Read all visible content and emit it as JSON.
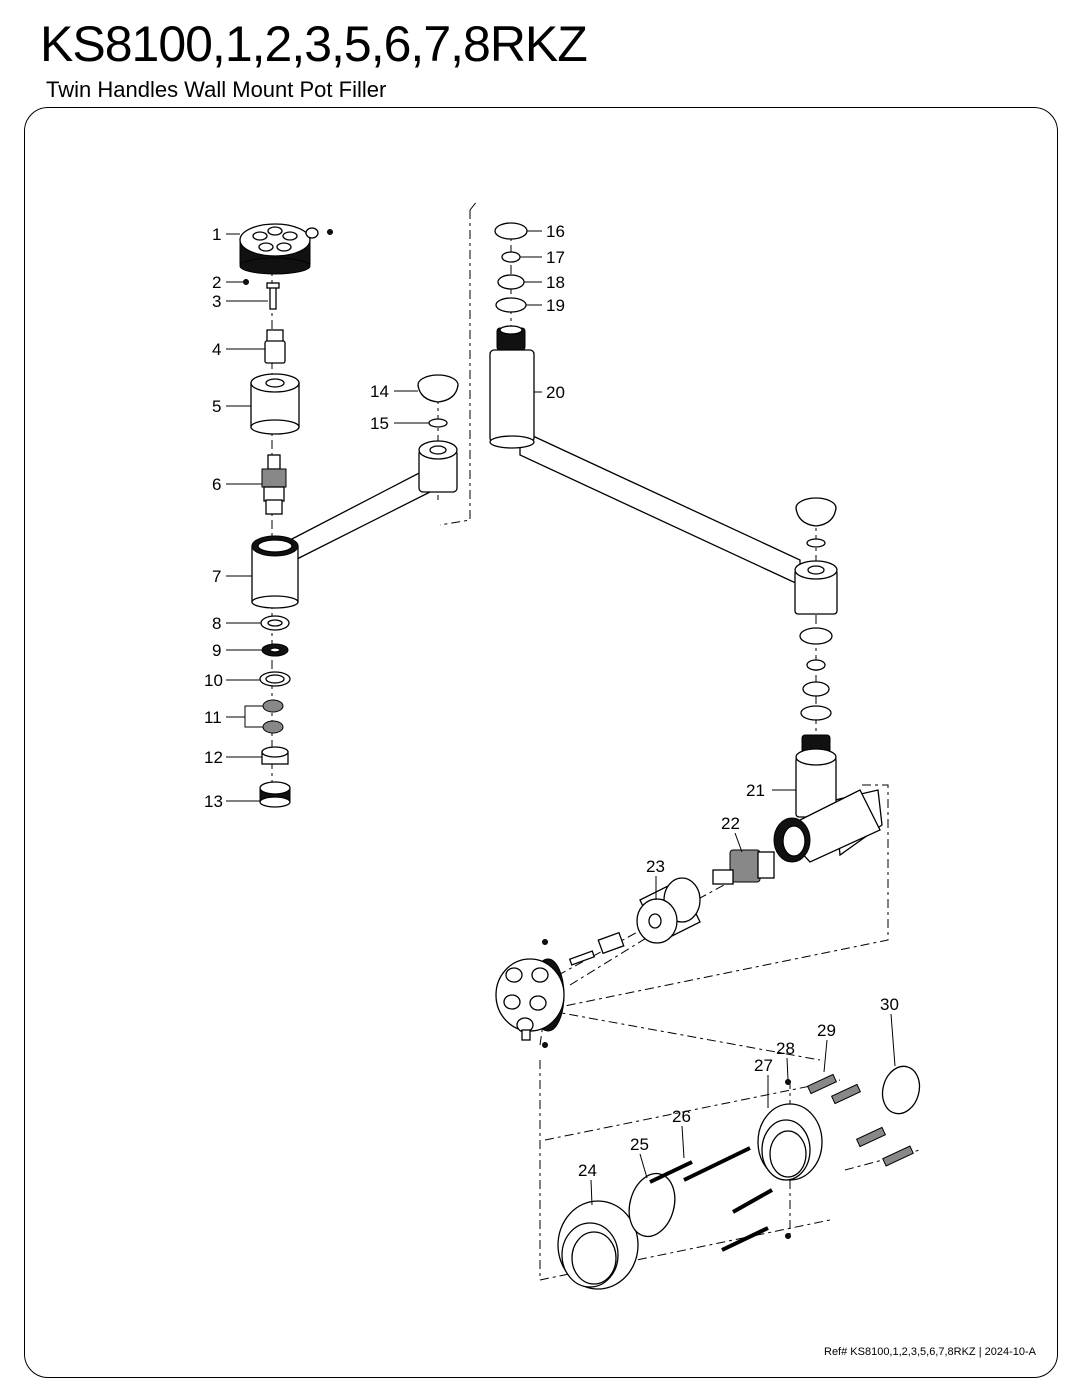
{
  "header": {
    "title": "KS8100,1,2,3,5,6,7,8RKZ",
    "subtitle": "Twin Handles Wall Mount Pot Filler"
  },
  "footer": {
    "ref": "Ref# KS8100,1,2,3,5,6,7,8RKZ | 2024-10-A"
  },
  "parts": {
    "p1": "1",
    "p2": "2",
    "p3": "3",
    "p4": "4",
    "p5": "5",
    "p6": "6",
    "p7": "7",
    "p8": "8",
    "p9": "9",
    "p10": "10",
    "p11": "11",
    "p12": "12",
    "p13": "13",
    "p14": "14",
    "p15": "15",
    "p16": "16",
    "p17": "17",
    "p18": "18",
    "p19": "19",
    "p20": "20",
    "p21": "21",
    "p22": "22",
    "p23": "23",
    "p24": "24",
    "p25": "25",
    "p26": "26",
    "p27": "27",
    "p28": "28",
    "p29": "29",
    "p30": "30"
  }
}
